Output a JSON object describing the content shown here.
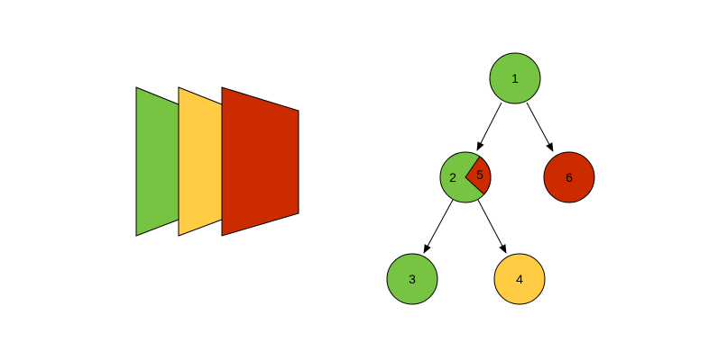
{
  "colors": {
    "green": "#77c443",
    "yellow": "#ffcc44",
    "red": "#cc2b00",
    "stroke": "#000000"
  },
  "stack": {
    "layers": [
      {
        "name": "layer-green",
        "color": "green"
      },
      {
        "name": "layer-yellow",
        "color": "yellow"
      },
      {
        "name": "layer-red",
        "color": "red"
      }
    ]
  },
  "tree": {
    "nodes": [
      {
        "id": "n1",
        "label": "1",
        "color": "green"
      },
      {
        "id": "n2",
        "label": "2",
        "color": "green",
        "wedge_label": "5",
        "wedge_color": "red"
      },
      {
        "id": "n3",
        "label": "3",
        "color": "green"
      },
      {
        "id": "n4",
        "label": "4",
        "color": "yellow"
      },
      {
        "id": "n6",
        "label": "6",
        "color": "red"
      }
    ],
    "edges": [
      {
        "from": "n1",
        "to": "n2"
      },
      {
        "from": "n1",
        "to": "n6"
      },
      {
        "from": "n2",
        "to": "n3"
      },
      {
        "from": "n2",
        "to": "n4"
      }
    ]
  }
}
